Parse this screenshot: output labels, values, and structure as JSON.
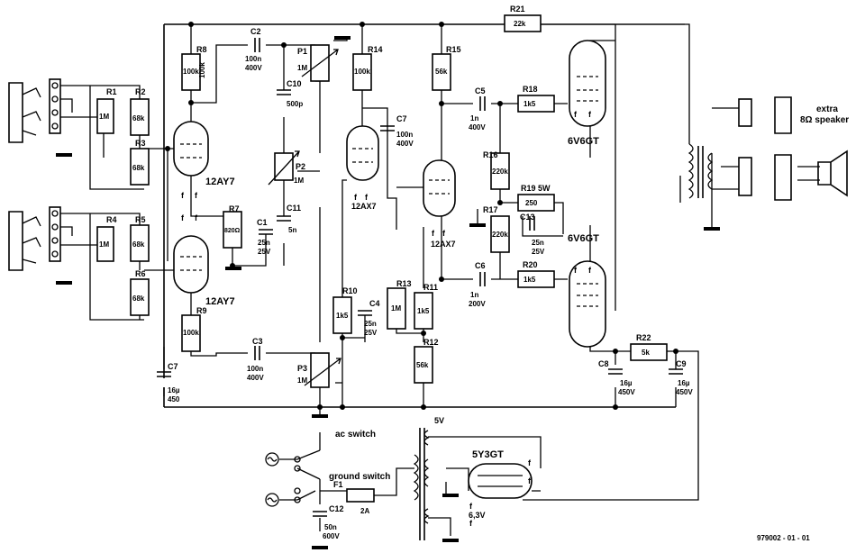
{
  "labels": {
    "R1": "R1",
    "R2": "R2",
    "R3": "R3",
    "R4": "R4",
    "R5": "R5",
    "R6": "R6",
    "R7": "R7",
    "R8": "R8",
    "R9": "R9",
    "R10": "R10",
    "R11": "R11",
    "R12": "R12",
    "R13": "R13",
    "R14": "R14",
    "R15": "R15",
    "R16": "R16",
    "R17": "R17",
    "R18": "R18",
    "R19": "R19 5W",
    "R20": "R20",
    "R21": "R21",
    "R22": "R22",
    "C1": "C1",
    "C2": "C2",
    "C3": "C3",
    "C4": "C4",
    "C5": "C5",
    "C6": "C6",
    "C7a": "C7",
    "C7b": "C7",
    "C8": "C8",
    "C9": "C9",
    "C10": "C10",
    "C11": "C11",
    "C12": "C12",
    "C13": "C13",
    "P1": "P1",
    "P2": "P2",
    "P3": "P3",
    "F1": "F1"
  },
  "values": {
    "R1": "1M",
    "R2": "68k",
    "R3": "68k",
    "R4": "1M",
    "R5": "68k",
    "R6": "68k",
    "R7": "820Ω",
    "R8": "100k",
    "R9": "100k",
    "R10": "1k5",
    "R11": "1k5",
    "R12": "56k",
    "R13": "1M",
    "R14": "100k",
    "R15": "56k",
    "R16": "220k",
    "R17": "220k",
    "R18": "1k5",
    "R19": "250",
    "R20": "1k5",
    "R21": "22k",
    "R22": "5k",
    "C1a": "25n",
    "C1b": "25V",
    "C2a": "100n",
    "C2b": "400V",
    "C3a": "100n",
    "C3b": "400V",
    "C4a": "25n",
    "C4b": "25V",
    "C5a": "1n",
    "C5b": "400V",
    "C6a": "1n",
    "C6b": "200V",
    "C7a1": "16µ",
    "C7a2": "450",
    "C7b1": "100n",
    "C7b2": "400V",
    "C8a": "16µ",
    "C8b": "450V",
    "C9a": "16µ",
    "C9b": "450V",
    "C10": "500p",
    "C11": "5n",
    "C12a": "50n",
    "C12b": "600V",
    "C13a": "25n",
    "C13b": "25V",
    "P1": "1M",
    "P2": "1M",
    "P3": "1M",
    "F1": "2A"
  },
  "tubes": {
    "v1": "12AY7",
    "v2": "12AY7",
    "v3": "12AX7",
    "v4": "12AX7",
    "v5": "6V6GT",
    "v6": "6V6GT",
    "rect": "5Y3GT",
    "filament": "f"
  },
  "notes": {
    "speaker_line1": "extra",
    "speaker_line2": "8Ω speaker",
    "ac_switch": "ac switch",
    "ground_switch": "ground switch",
    "v5": "5V",
    "v63": "6,3V",
    "ref": "979002 - 01 - 01"
  }
}
